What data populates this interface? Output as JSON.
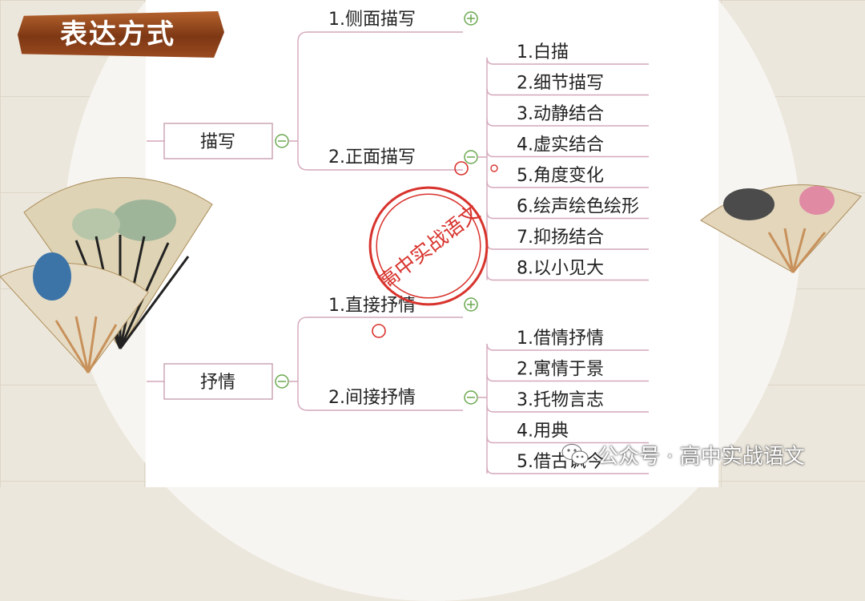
{
  "title": "表达方式",
  "seal_text": "高中实战语文",
  "watermark": {
    "icon": "wechat-icon",
    "text": "公众号 · 高中实战语文"
  },
  "colors": {
    "link": "#d4a7bb",
    "seal": "#d8332d",
    "expand": "#6aa84f",
    "banner": "#7d3814"
  },
  "tree": {
    "miaoxie": {
      "label": "描写",
      "side": {
        "label": "1.侧面描写",
        "state": "collapsed"
      },
      "front": {
        "label": "2.正面描写",
        "state": "expanded",
        "items": [
          "1.白描",
          "2.细节描写",
          "3.动静结合",
          "4.虚实结合",
          "5.角度变化",
          "6.绘声绘色绘形",
          "7.抑扬结合",
          "8.以小见大"
        ]
      }
    },
    "shuqing": {
      "label": "抒情",
      "direct": {
        "label": "1.直接抒情",
        "state": "collapsed"
      },
      "indirect": {
        "label": "2.间接抒情",
        "state": "expanded",
        "items": [
          "1.借情抒情",
          "2.寓情于景",
          "3.托物言志",
          "4.用典",
          "5.借古讽今"
        ]
      }
    }
  }
}
